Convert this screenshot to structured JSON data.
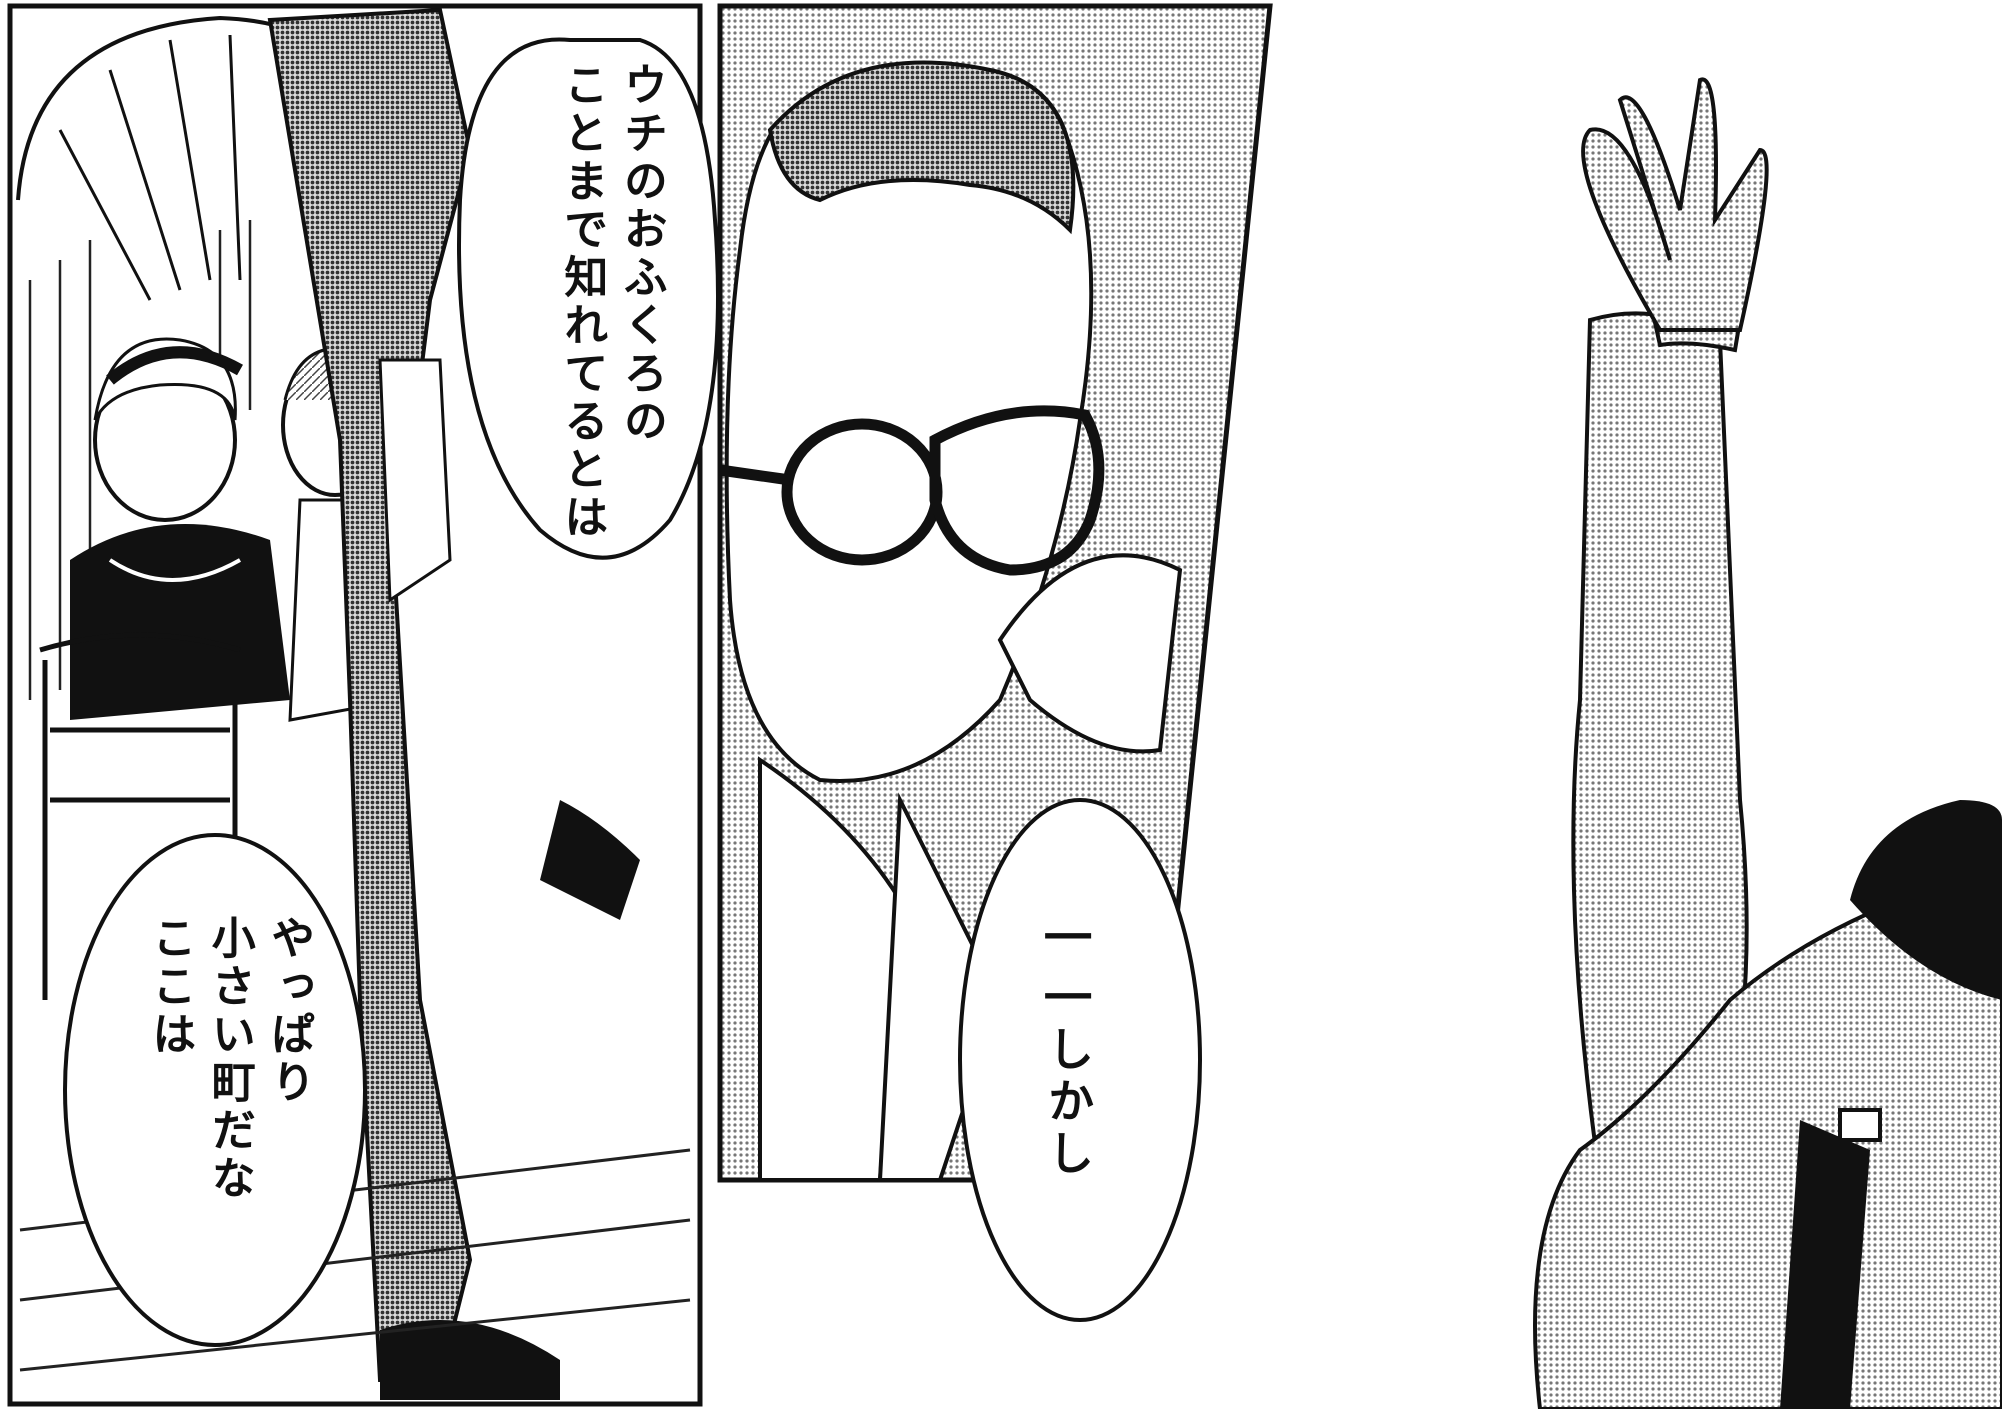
{
  "panels": [
    {
      "name": "restaurant-scene"
    },
    {
      "name": "man-with-glasses-drinking"
    },
    {
      "name": "raised-arm"
    }
  ],
  "balloons": {
    "speech1": {
      "lines": [
        "ウチのおふくろの",
        "ことまで知れてるとは"
      ]
    },
    "speech2": {
      "lines": [
        "やっぱり",
        "小さい町だな",
        "ここは"
      ]
    },
    "speech3": {
      "lines": [
        "――しかし"
      ]
    }
  },
  "colors": {
    "ink": "#111111",
    "screentone": "#9a9a9a",
    "paper": "#ffffff"
  }
}
